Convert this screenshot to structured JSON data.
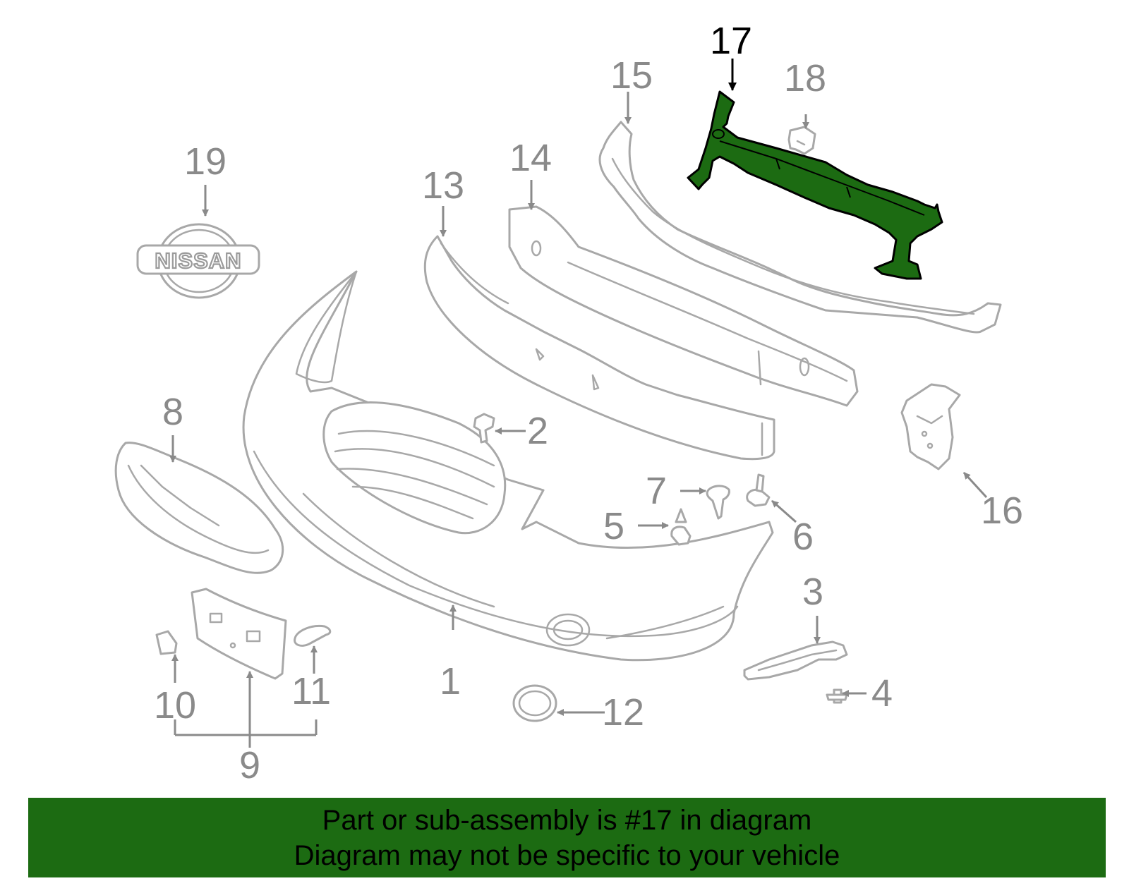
{
  "diagram": {
    "callouts": [
      "1",
      "2",
      "3",
      "4",
      "5",
      "6",
      "7",
      "8",
      "9",
      "10",
      "11",
      "12",
      "13",
      "14",
      "15",
      "16",
      "17",
      "18",
      "19"
    ],
    "highlighted_callout": "17",
    "logo_text": "NISSAN",
    "colors": {
      "highlight": "#1c6b12",
      "line": "#a8a8a8",
      "label": "#8a8a8a"
    }
  },
  "banner": {
    "line1": "Part or sub-assembly is #17 in diagram",
    "line2": "Diagram may not be specific to your vehicle"
  }
}
